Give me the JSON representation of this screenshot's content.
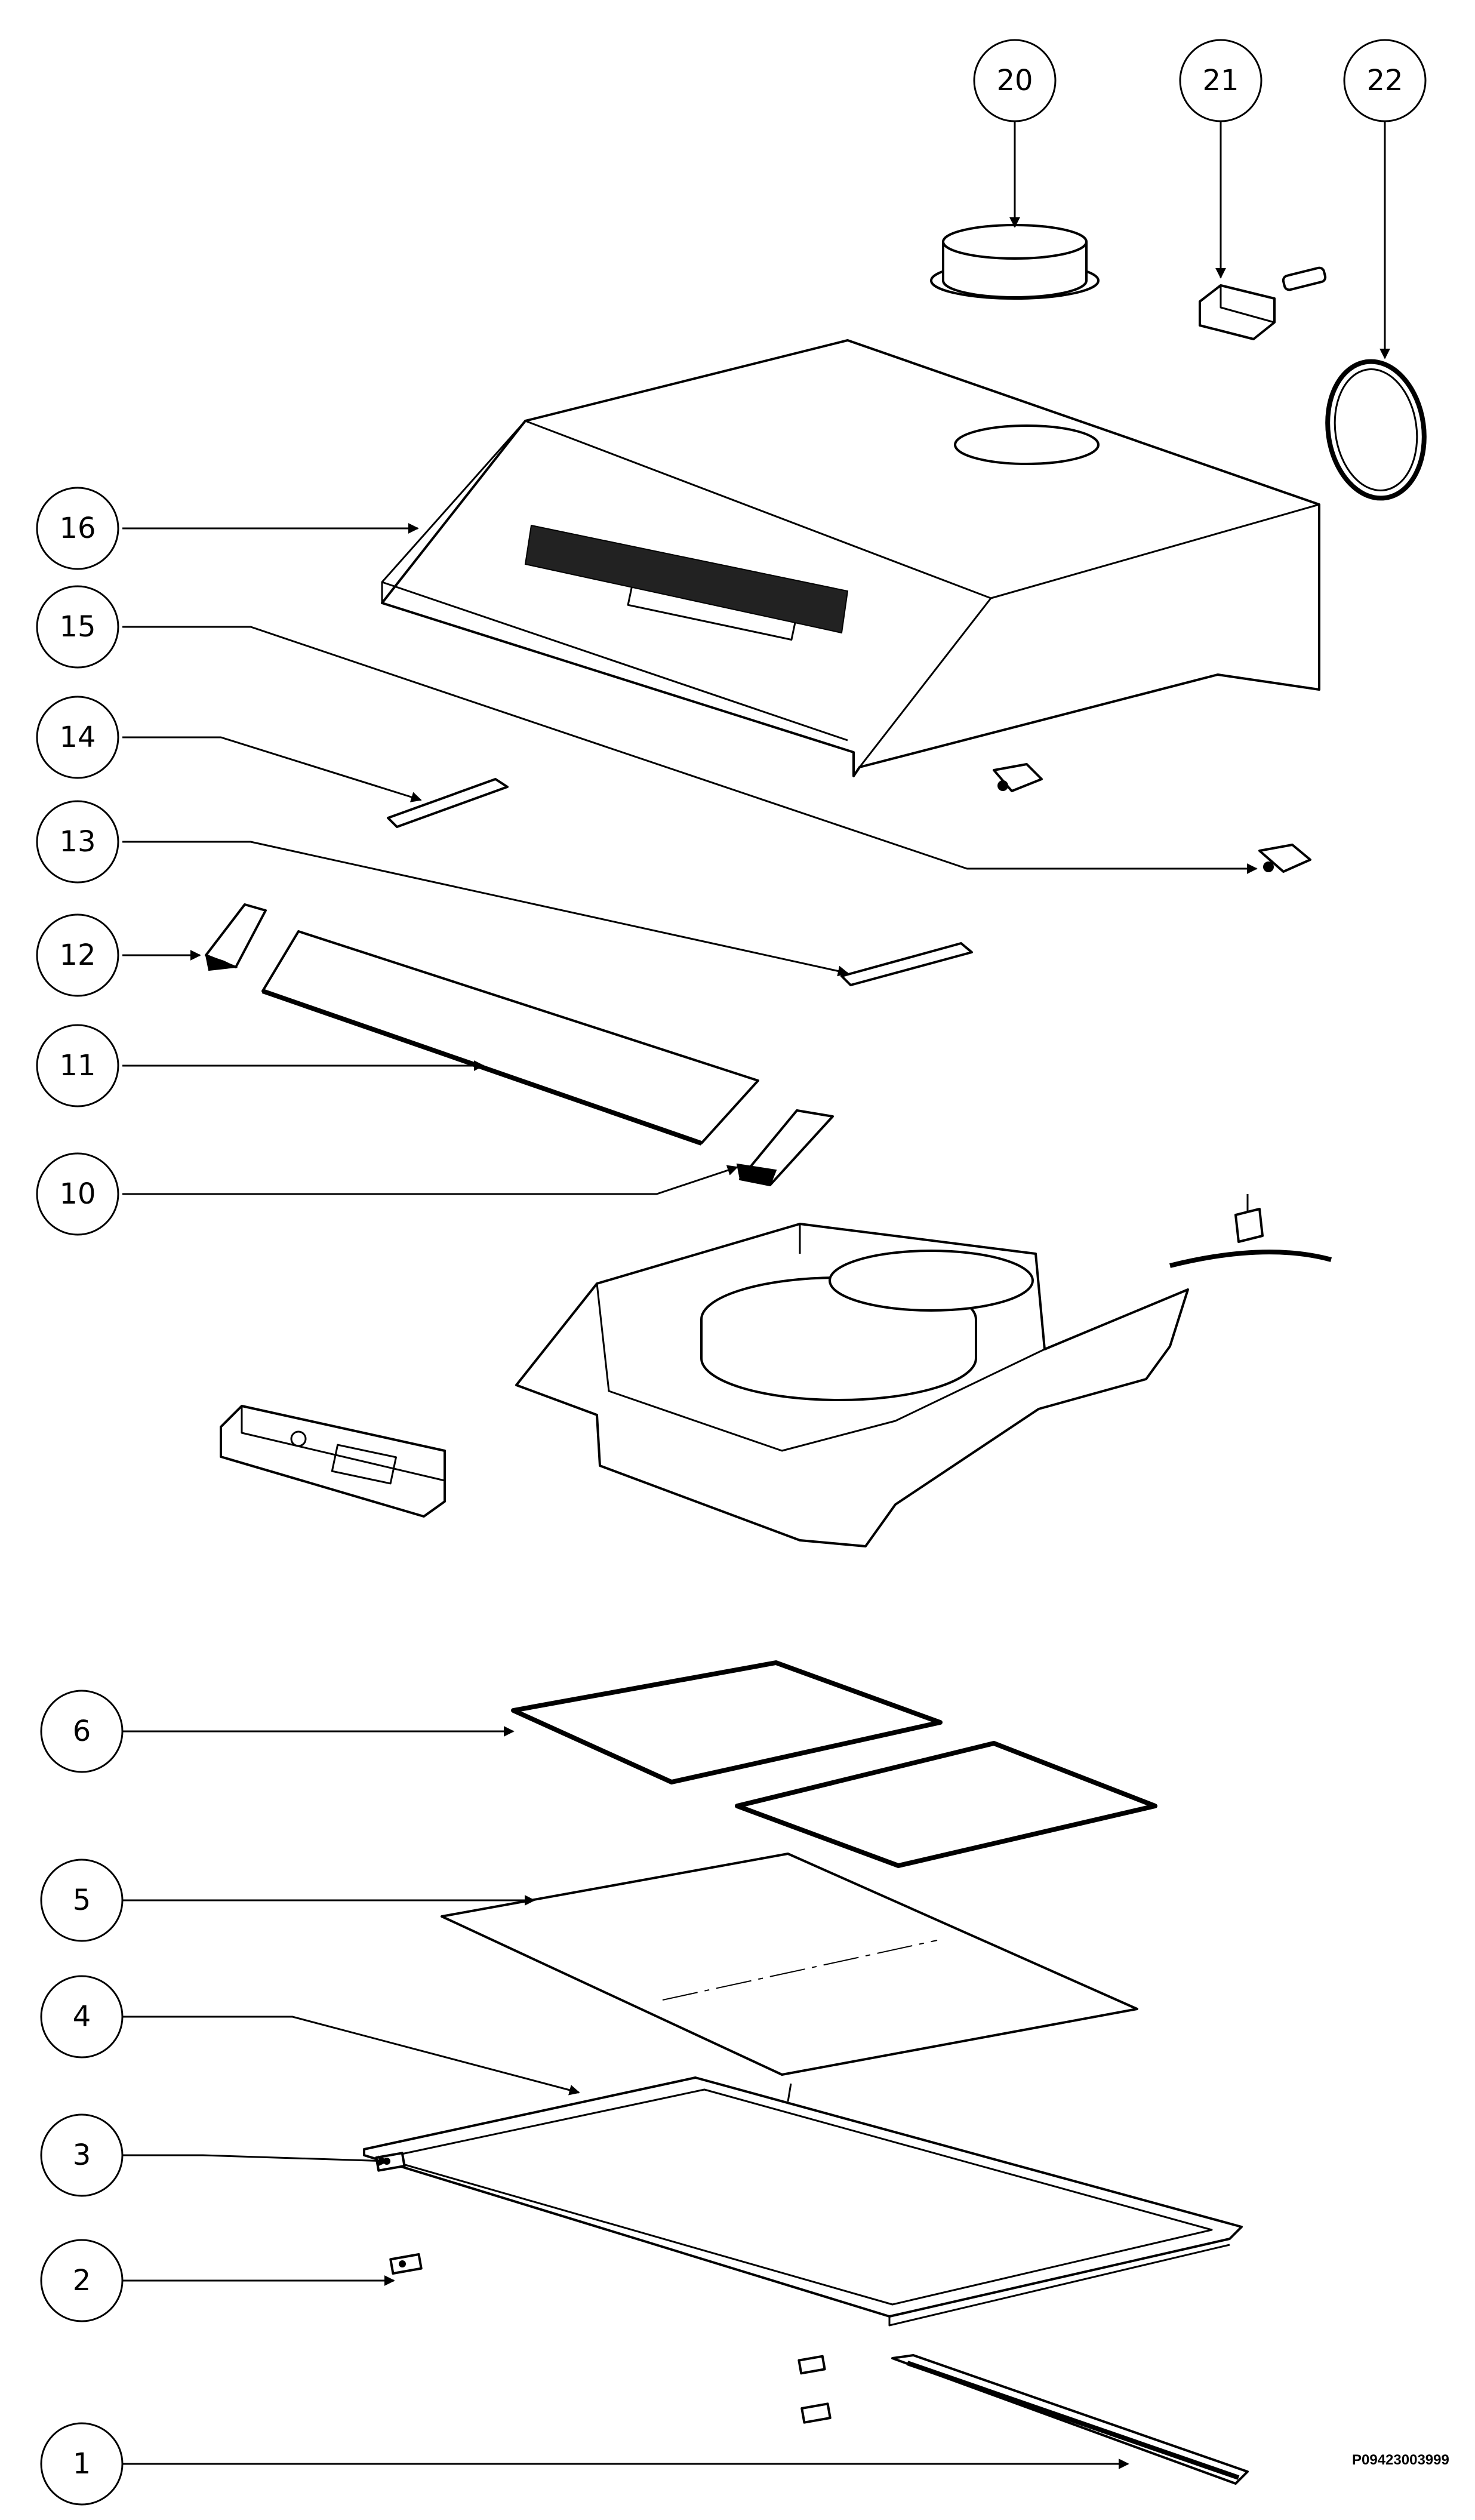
{
  "drawing_code": "P09423003999",
  "callouts": {
    "c1": "1",
    "c2": "2",
    "c3": "3",
    "c4": "4",
    "c5": "5",
    "c6": "6",
    "c10": "10",
    "c11": "11",
    "c12": "12",
    "c13": "13",
    "c14": "14",
    "c15": "15",
    "c16": "16",
    "c20": "20",
    "c21": "21",
    "c22": "22"
  }
}
